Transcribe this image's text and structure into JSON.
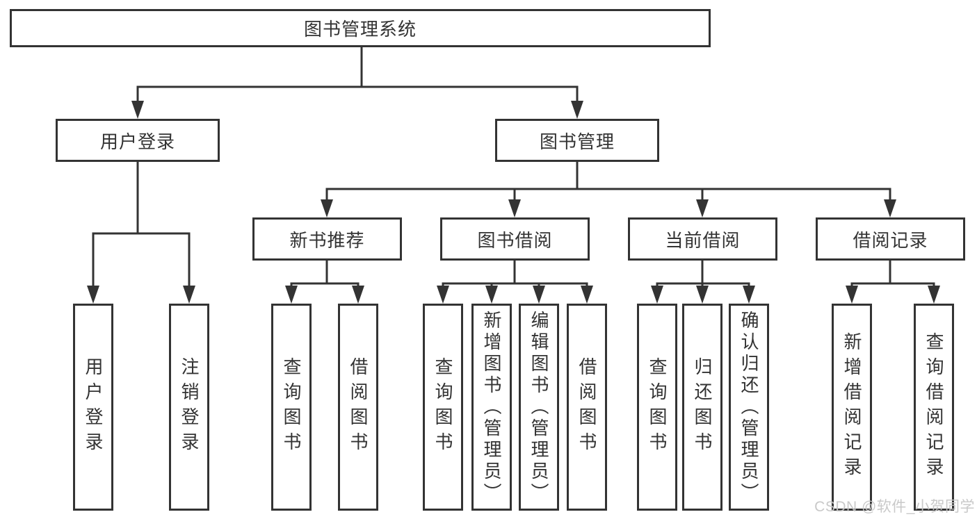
{
  "diagram": {
    "root": "图书管理系统",
    "branches": [
      {
        "label": "用户登录",
        "children": [
          "用户登录",
          "注销登录"
        ]
      },
      {
        "label": "图书管理",
        "children": [
          {
            "label": "新书推荐",
            "children": [
              "查询图书",
              "借阅图书"
            ]
          },
          {
            "label": "图书借阅",
            "children": [
              "查询图书",
              "新增图书（管理员）",
              "编辑图书（管理员）",
              "借阅图书"
            ]
          },
          {
            "label": "当前借阅",
            "children": [
              "查询图书",
              "归还图书",
              "确认归还（管理员）"
            ]
          },
          {
            "label": "借阅记录",
            "children": [
              "新增借阅记录",
              "查询借阅记录"
            ]
          }
        ]
      }
    ]
  },
  "watermark": {
    "text": "CSDN @软件_小贺同学"
  },
  "colors": {
    "line": "#333333",
    "text": "#333333",
    "box_background": "#ffffff",
    "watermark": "#c6c6c6",
    "background": "#ffffff"
  }
}
